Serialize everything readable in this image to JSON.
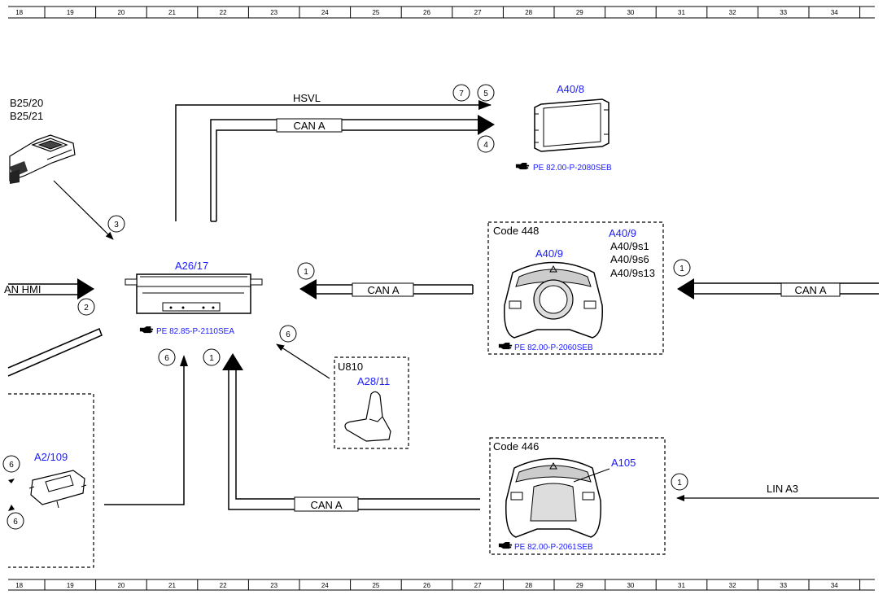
{
  "ruler": {
    "top": [
      "18",
      "19",
      "20",
      "21",
      "22",
      "23",
      "24",
      "25",
      "26",
      "27",
      "28",
      "29",
      "30",
      "31",
      "32",
      "33",
      "34"
    ],
    "bottom": [
      "18",
      "19",
      "20",
      "21",
      "22",
      "23",
      "24",
      "25",
      "26",
      "27",
      "28",
      "29",
      "30",
      "31",
      "32",
      "33",
      "34"
    ]
  },
  "components": {
    "b25": {
      "line1": "B25/20",
      "line2": "B25/21"
    },
    "a40_8": {
      "label": "A40/8",
      "ref": "PE 82.00-P-2080SEB"
    },
    "a26_17": {
      "label": "A26/17",
      "ref": "PE 82.85-P-2110SEA"
    },
    "a40_9_box": {
      "code": "Code 448",
      "label_top": "A40/9",
      "label_inner": "A40/9",
      "sub1": "A40/9s1",
      "sub2": "A40/9s6",
      "sub3": "A40/9s13",
      "ref": "PE 82.00-P-2060SEB"
    },
    "u810_box": {
      "code": "U810",
      "label": "A28/11"
    },
    "a105_box": {
      "code": "Code 446",
      "label": "A105",
      "ref": "PE 82.00-P-2061SEB"
    },
    "a2_109": {
      "label": "A2/109"
    }
  },
  "buses": {
    "hsvl": "HSVL",
    "can_a_top": "CAN A",
    "can_hmi": "AN HMI",
    "can_a_mid": "CAN A",
    "can_a_right": "CAN A",
    "can_a_bottom": "CAN A",
    "lin_a3": "LIN A3"
  },
  "callouts": {
    "c7": "7",
    "c5": "5",
    "c4": "4",
    "c3": "3",
    "c2": "2",
    "c1_mid": "1",
    "c1_right": "1",
    "c6_mid": "6",
    "c6_left": "6",
    "c1_left": "1",
    "c1_lin": "1",
    "c6_a2_top": "6",
    "c6_a2_bot": "6"
  },
  "colors": {
    "line": "#000000",
    "label_blue": "#1a1aff",
    "ref_blue": "#1a1aff"
  },
  "icons": {
    "ref": "pointing-hand-icon"
  }
}
